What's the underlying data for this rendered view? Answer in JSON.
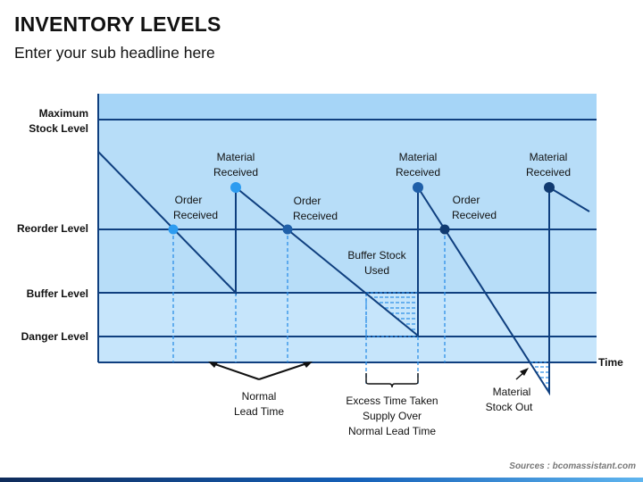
{
  "header": {
    "title": "INVENTORY LEVELS",
    "subtitle": "Enter your sub headline here"
  },
  "diagram": {
    "levels": {
      "maximum_1": "Maximum",
      "maximum_2": "Stock Level",
      "reorder": "Reorder Level",
      "buffer": "Buffer Level",
      "danger": "Danger Level"
    },
    "axis_time": "Time",
    "annotations": {
      "order_received_1": [
        "Order",
        "Received"
      ],
      "order_received_2": [
        "Order",
        "Received"
      ],
      "order_received_3": [
        "Order",
        "Received"
      ],
      "material_received_1": [
        "Material",
        "Received"
      ],
      "material_received_2": [
        "Material",
        "Received"
      ],
      "material_received_3": [
        "Material",
        "Received"
      ],
      "buffer_stock_used": [
        "Buffer Stock",
        "Used"
      ],
      "normal_lead_time": [
        "Normal",
        "Lead Time"
      ],
      "excess_time": [
        "Excess Time Taken",
        "Supply Over",
        "Normal Lead Time"
      ],
      "material_stock_out": [
        "Material",
        "Stock Out"
      ]
    },
    "colors": {
      "band_top": "#a6d5f7",
      "band_upper": "#bde0f9",
      "band_lower": "#c8e6fb",
      "line": "#0f3f7f",
      "point_light": "#2d9cf0",
      "point_mid": "#1f5fa8",
      "point_dark": "#103a70"
    }
  },
  "footer": {
    "source": "Sources : bcomassistant.com"
  }
}
